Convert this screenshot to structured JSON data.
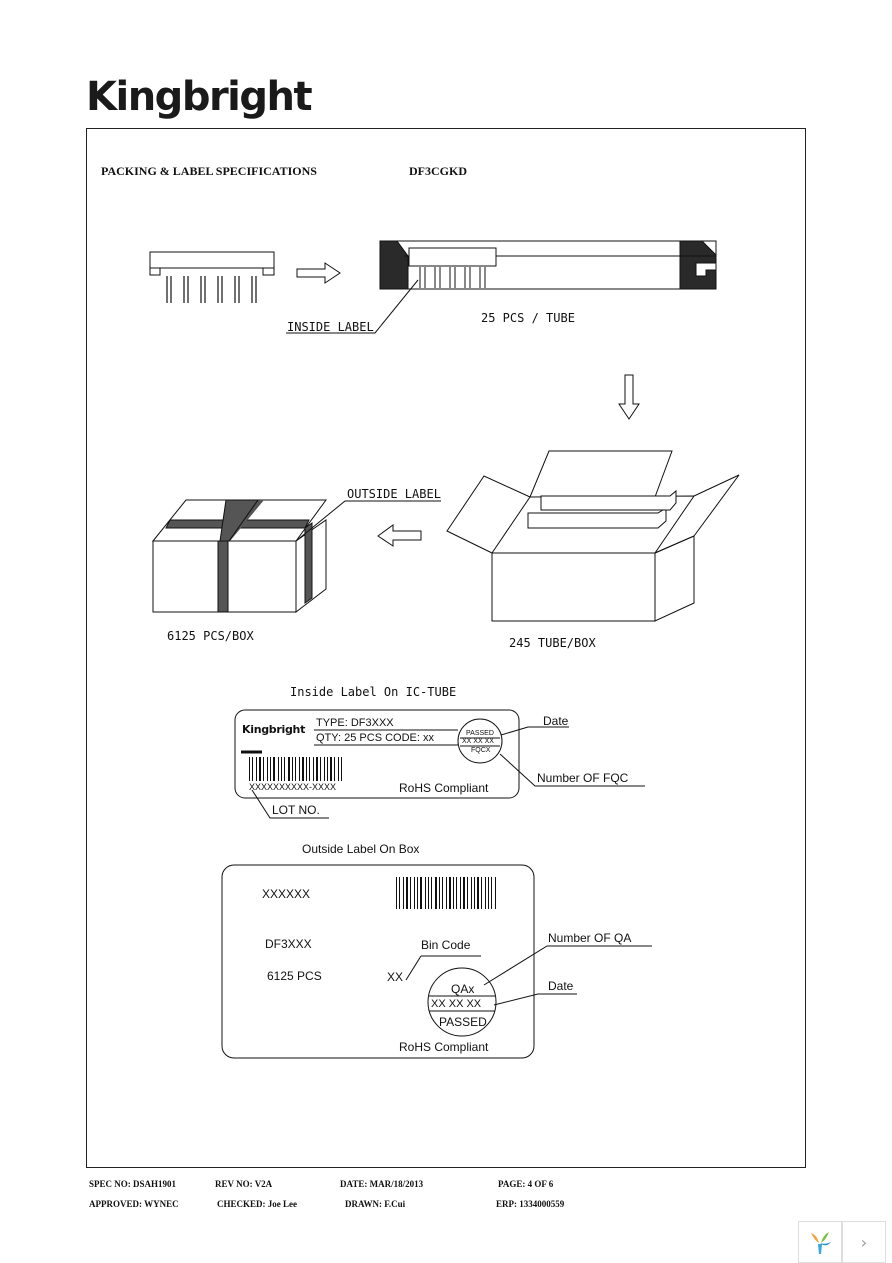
{
  "brand": "Kingbright",
  "header": {
    "title": "PACKING & LABEL SPECIFICATIONS",
    "part": "DF3CGKD"
  },
  "packing": {
    "inside_label": "INSIDE LABEL",
    "per_tube": "25 PCS / TUBE",
    "outside_label": "OUTSIDE LABEL",
    "per_box_pcs": "6125 PCS/BOX",
    "per_box_tube": "245 TUBE/BOX"
  },
  "inside_label_card": {
    "heading": "Inside Label On IC-TUBE",
    "brand": "Kingbright",
    "type_line": "TYPE: DF3XXX",
    "qty_line": "QTY: 25 PCS CODE: xx",
    "stamp_top": "PASSED",
    "stamp_mid": "XX XX XX",
    "stamp_bottom": "FQCX",
    "barcode_text": "XXXXXXXXXX-XXXX",
    "rohs": "RoHS Compliant",
    "callout_date": "Date",
    "callout_fqc": "Number OF FQC",
    "callout_lot": "LOT NO."
  },
  "outside_label_card": {
    "heading": "Outside Label On Box",
    "code": "XXXXXX",
    "type": "DF3XXX",
    "pcs": "6125 PCS",
    "bin_value": "XX",
    "bin_label": "Bin Code",
    "stamp_top": "QAx",
    "stamp_mid": "XX XX XX",
    "stamp_bottom": "PASSED",
    "rohs": "RoHS Compliant",
    "callout_qa": "Number OF QA",
    "callout_date": "Date"
  },
  "footer": {
    "spec_label": "SPEC NO:",
    "spec_value": "DSAH1901",
    "rev_label": "REV NO:",
    "rev_value": "V2A",
    "date_label": "DATE:",
    "date_value": "MAR/18/2013",
    "page_label": "PAGE:",
    "page_value": "4 OF 6",
    "approved_label": "APPROVED:",
    "approved_value": "WYNEC",
    "checked_label": "CHECKED:",
    "checked_value": "Joe Lee",
    "drawn_label": "DRAWN:",
    "drawn_value": "F.Cui",
    "erp_label": "ERP:",
    "erp_value": "1334000559"
  },
  "nav": {
    "next_icon": "chevron-right-icon",
    "logo_icon": "viewer-logo-icon"
  }
}
